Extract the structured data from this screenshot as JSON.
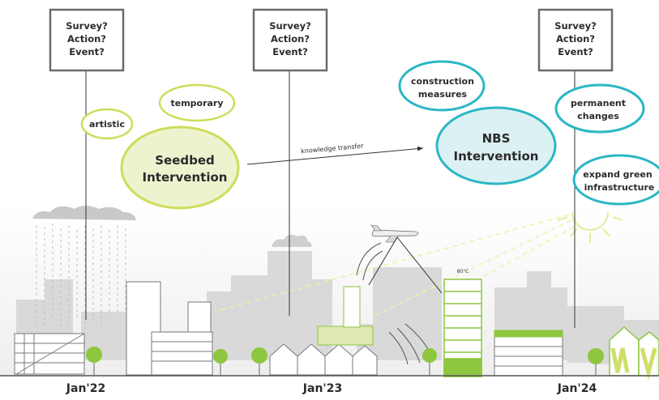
{
  "question_boxes": [
    {
      "line1": "Survey?",
      "line2": "Action?",
      "line3": "Event?"
    },
    {
      "line1": "Survey?",
      "line2": "Action?",
      "line3": "Event?"
    },
    {
      "line1": "Survey?",
      "line2": "Action?",
      "line3": "Event?"
    }
  ],
  "bubbles": {
    "artistic": "artistic",
    "temporary": "temporary",
    "seedbed_line1": "Seedbed",
    "seedbed_line2": "Intervention",
    "construction_line1": "construction",
    "construction_line2": "measures",
    "nbs_line1": "NBS",
    "nbs_line2": "Intervention",
    "permanent_line1": "permanent",
    "permanent_line2": "changes",
    "expand_line1": "expand green",
    "expand_line2": "infrastructure"
  },
  "arrow_label": "knowledge transfer",
  "temperature_label": "80°C",
  "timeline": [
    "Jan'22",
    "Jan'23",
    "Jan'24"
  ],
  "colors": {
    "seedbed_stroke": "#cfdc5a",
    "seedbed_fill": "#eef3cf",
    "nbs_stroke": "#2bb7c4",
    "nbs_fill": "#dcf1f4",
    "green_accent": "#8dc63f",
    "city_gray": "#d4d4d4"
  }
}
